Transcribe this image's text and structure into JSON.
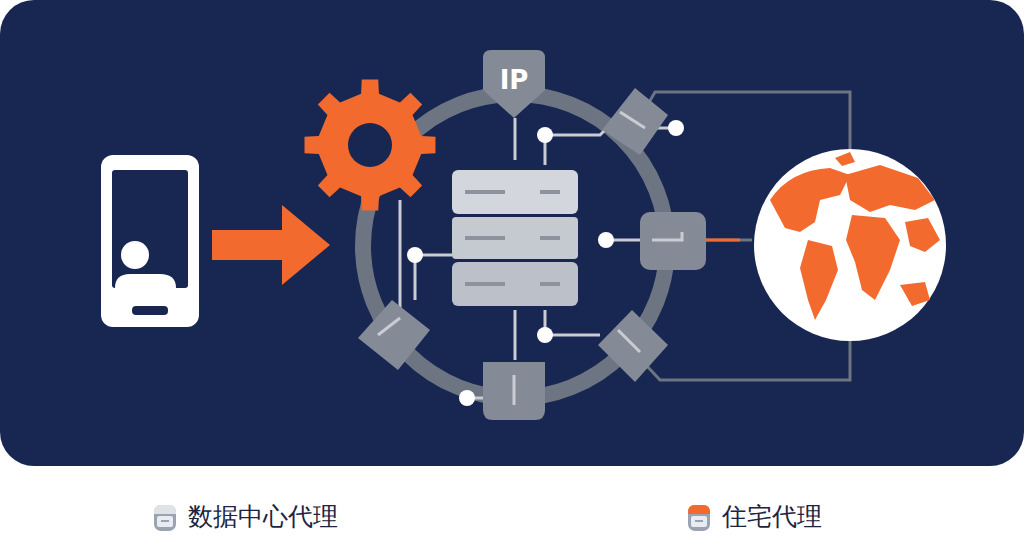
{
  "diagram": {
    "nodes": [
      {
        "text": [
          "IP"
        ]
      }
    ],
    "edges": [],
    "legend": [
      {
        "text": "数据中心代理"
      },
      {
        "text": "住宅代理"
      }
    ]
  }
}
